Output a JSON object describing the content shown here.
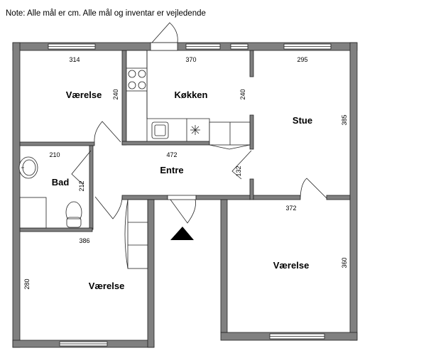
{
  "note": "Note: Alle mål er cm. Alle mål og inventar er vejledende",
  "rooms": [
    {
      "name": "Værelse",
      "width": "314",
      "depth": "240"
    },
    {
      "name": "Køkken",
      "width": "370",
      "depth": "240"
    },
    {
      "name": "Stue",
      "width": "295",
      "depth": "385"
    },
    {
      "name": "Entre",
      "width": "472",
      "depth": "132"
    },
    {
      "name": "Bad",
      "width": "210",
      "depth": "212"
    },
    {
      "name": "Værelse",
      "width": "386",
      "depth": "280"
    },
    {
      "name": "Værelse",
      "width": "372",
      "depth": "360"
    }
  ],
  "colors": {
    "wall": "#808080",
    "line": "#222222"
  }
}
